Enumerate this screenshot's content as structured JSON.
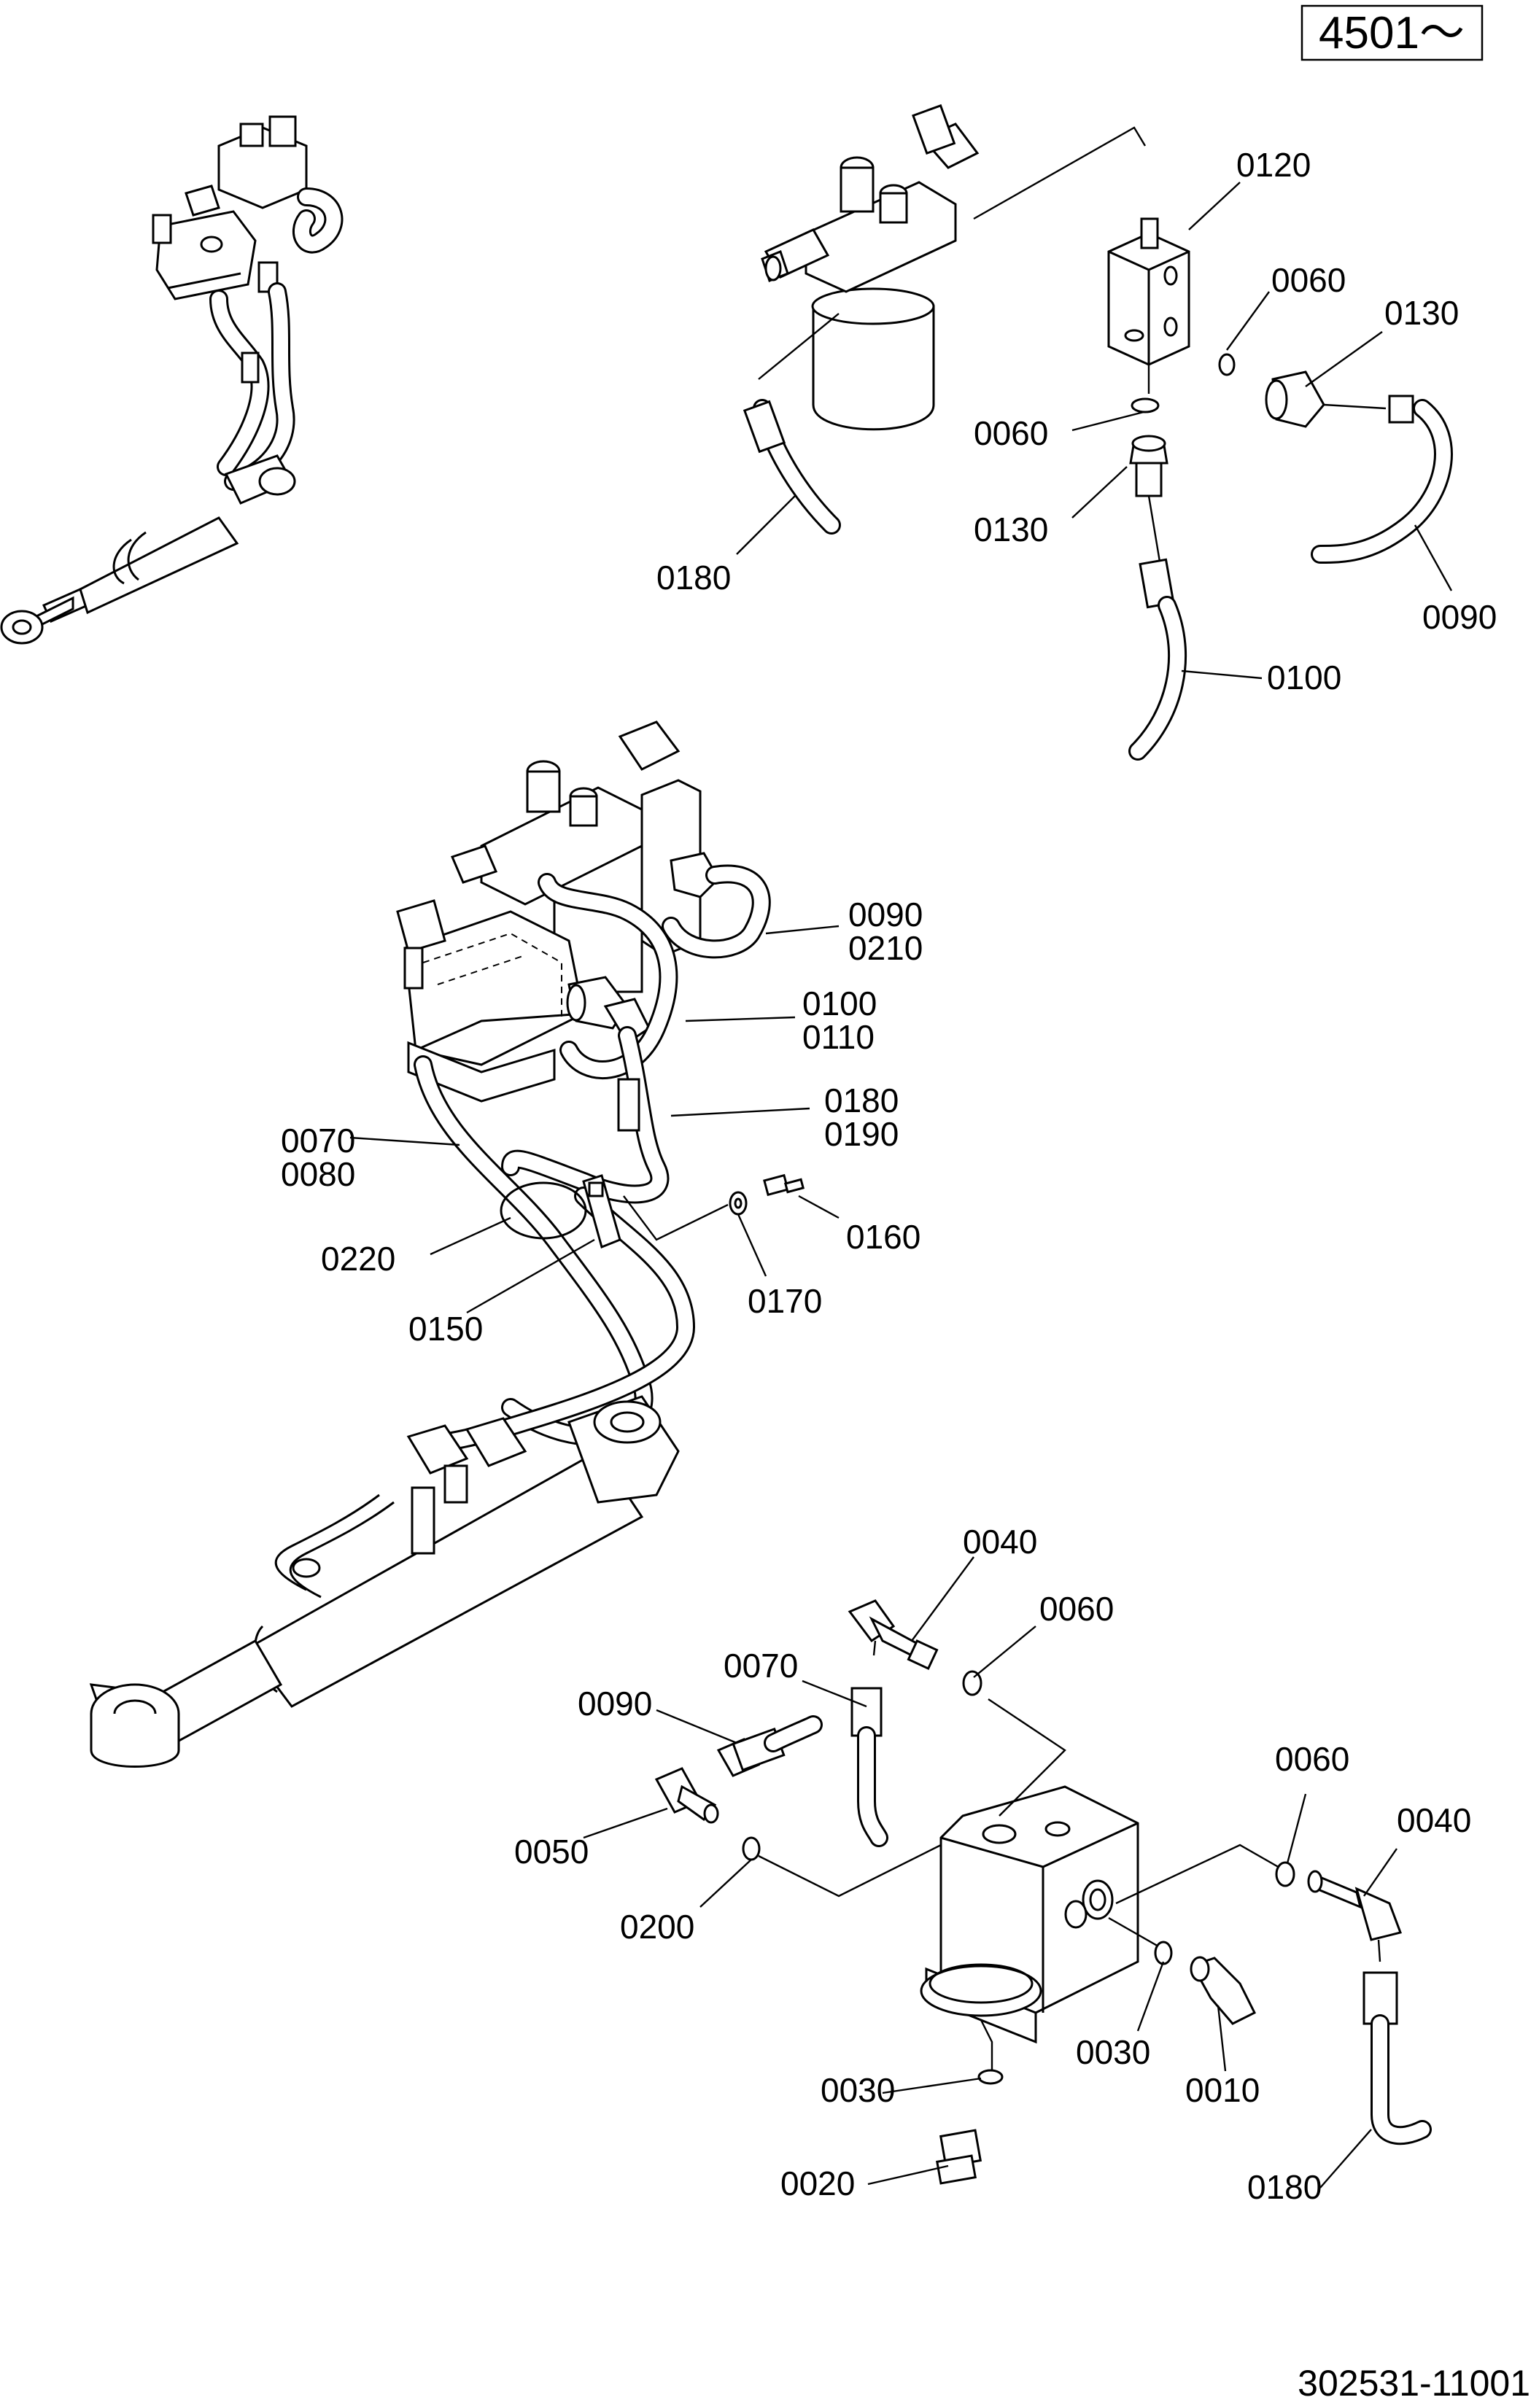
{
  "serial_badge": "4501～",
  "document_number": "302531-11001",
  "part_labels": {
    "top_0120": "0120",
    "top_0060_a": "0060",
    "top_0130_a": "0130",
    "top_0060_b": "0060",
    "top_0130_b": "0130",
    "top_0180": "0180",
    "top_0090": "0090",
    "top_0100": "0100",
    "mid_0090": "0090",
    "mid_0210": "0210",
    "mid_0100": "0100",
    "mid_0110": "0110",
    "mid_0180": "0180",
    "mid_0190": "0190",
    "mid_0070": "0070",
    "mid_0080": "0080",
    "mid_0160": "0160",
    "mid_0220": "0220",
    "mid_0170": "0170",
    "mid_0150": "0150",
    "bot_0040_a": "0040",
    "bot_0060_a": "0060",
    "bot_0070": "0070",
    "bot_0090": "0090",
    "bot_0060_b": "0060",
    "bot_0040_b": "0040",
    "bot_0050": "0050",
    "bot_0200": "0200",
    "bot_0030_a": "0030",
    "bot_0010": "0010",
    "bot_0030_b": "0030",
    "bot_0020": "0020",
    "bot_0180": "0180"
  }
}
